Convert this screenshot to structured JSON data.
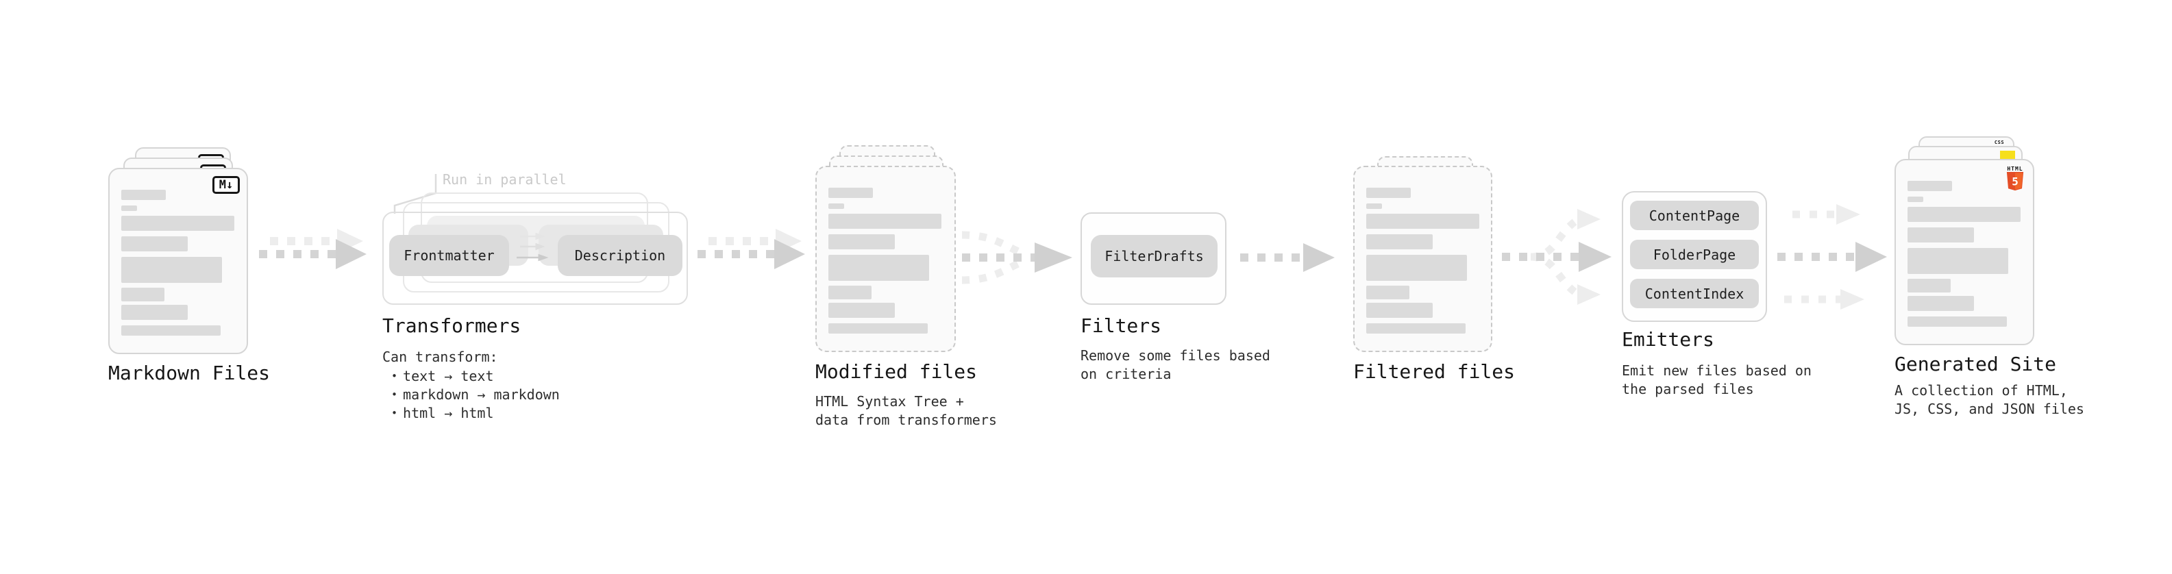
{
  "pipeline": {
    "markdown_files": {
      "label": "Markdown Files",
      "file_badge": "M↓"
    },
    "transformers": {
      "label": "Transformers",
      "annotation": "Run in parallel",
      "chips": [
        "Frontmatter",
        "Description"
      ],
      "note_title": "Can transform:",
      "bullet_char": "•",
      "bullets": [
        "text → text",
        "markdown → markdown",
        "html → html"
      ]
    },
    "modified_files": {
      "label": "Modified files",
      "description_lines": [
        "HTML Syntax Tree +",
        "data from transformers"
      ]
    },
    "filters": {
      "label": "Filters",
      "chips": [
        "FilterDrafts"
      ],
      "description_lines": [
        "Remove some files based",
        "on criteria"
      ]
    },
    "filtered_files": {
      "label": "Filtered files"
    },
    "emitters": {
      "label": "Emitters",
      "chips": [
        "ContentPage",
        "FolderPage",
        "ContentIndex"
      ],
      "description_lines": [
        "Emit new files based on",
        "the parsed files"
      ]
    },
    "generated_site": {
      "label": "Generated Site",
      "description_lines": [
        "A collection of HTML,",
        "JS, CSS, and JSON files"
      ],
      "badges": {
        "css": "CSS",
        "html": "HTML",
        "html_number": "5"
      }
    }
  },
  "colors": {
    "html5_orange": "#e44d26",
    "js_yellow": "#f6df1c",
    "css_blue": "#2962f0",
    "card_bg": "#fafafa",
    "card_border": "#d5d5d5",
    "bar_gray": "#dbdbdb",
    "chip_gray": "#dadada",
    "arrow_gray": "#d4d4d4",
    "arrow_faint": "#ededed"
  }
}
